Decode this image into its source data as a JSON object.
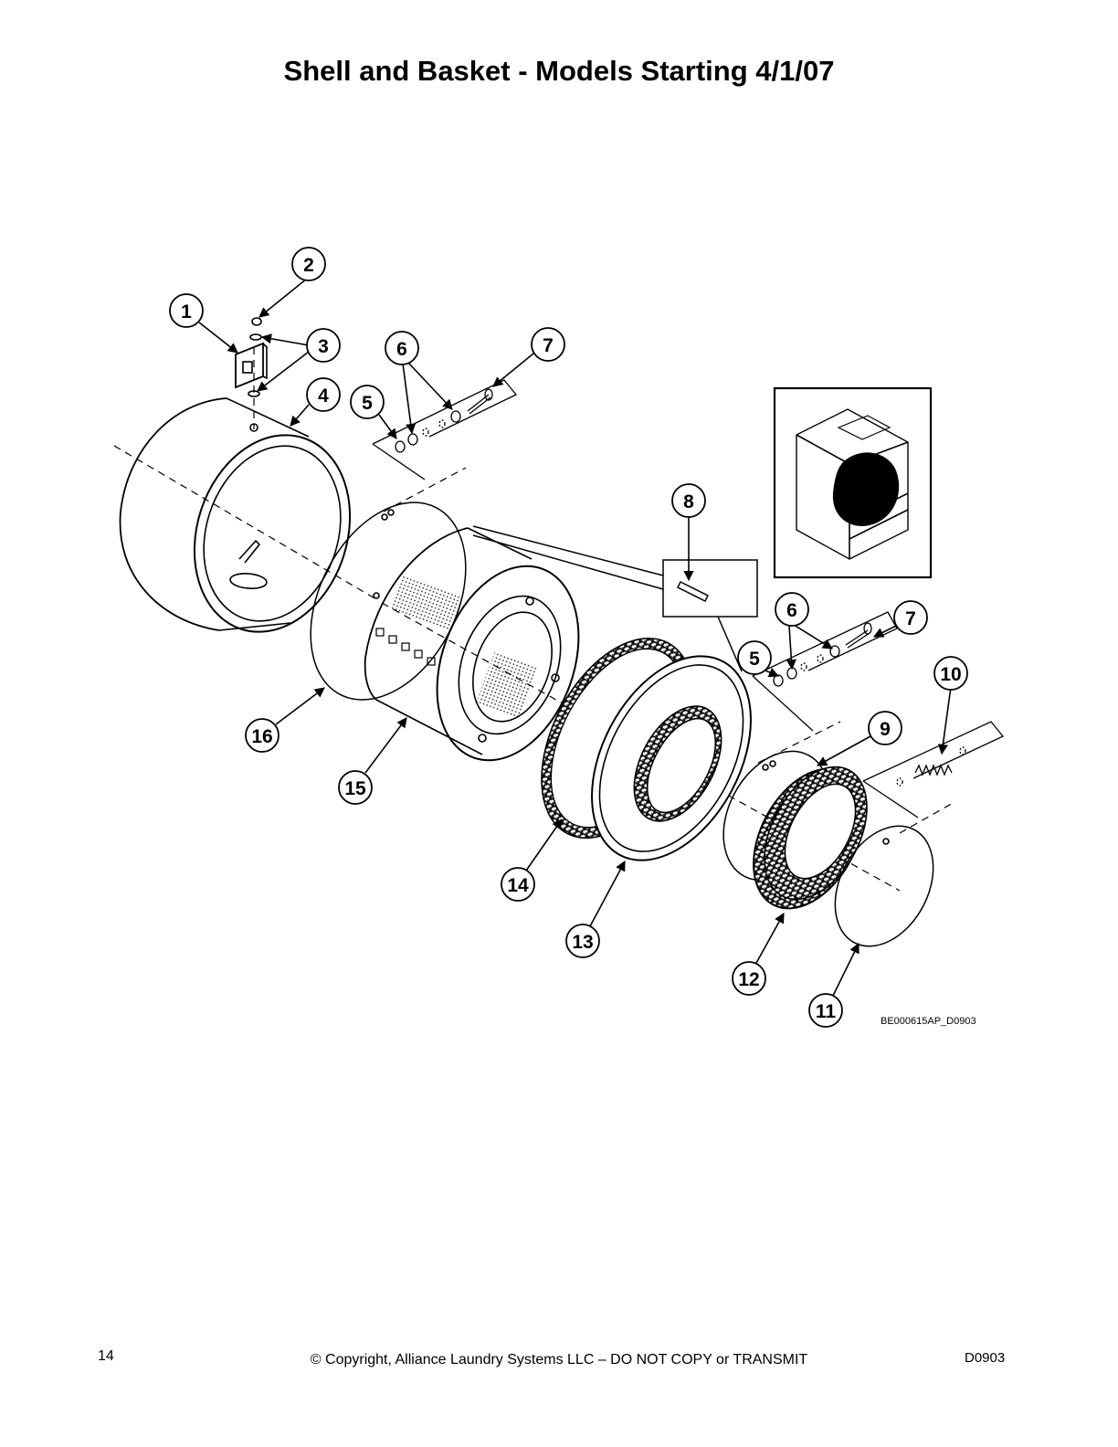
{
  "page": {
    "title": "Shell and Basket - Models Starting 4/1/07",
    "drawing_id": "BE000615AP_D0903",
    "page_number": "14",
    "copyright": "© Copyright, Alliance Laundry Systems LLC – DO NOT COPY or TRANSMIT",
    "doc_code": "D0903"
  },
  "callouts": [
    "1",
    "2",
    "3",
    "4",
    "5",
    "6",
    "7",
    "8",
    "5",
    "6",
    "7",
    "10",
    "9",
    "16",
    "15",
    "14",
    "13",
    "12",
    "11"
  ]
}
